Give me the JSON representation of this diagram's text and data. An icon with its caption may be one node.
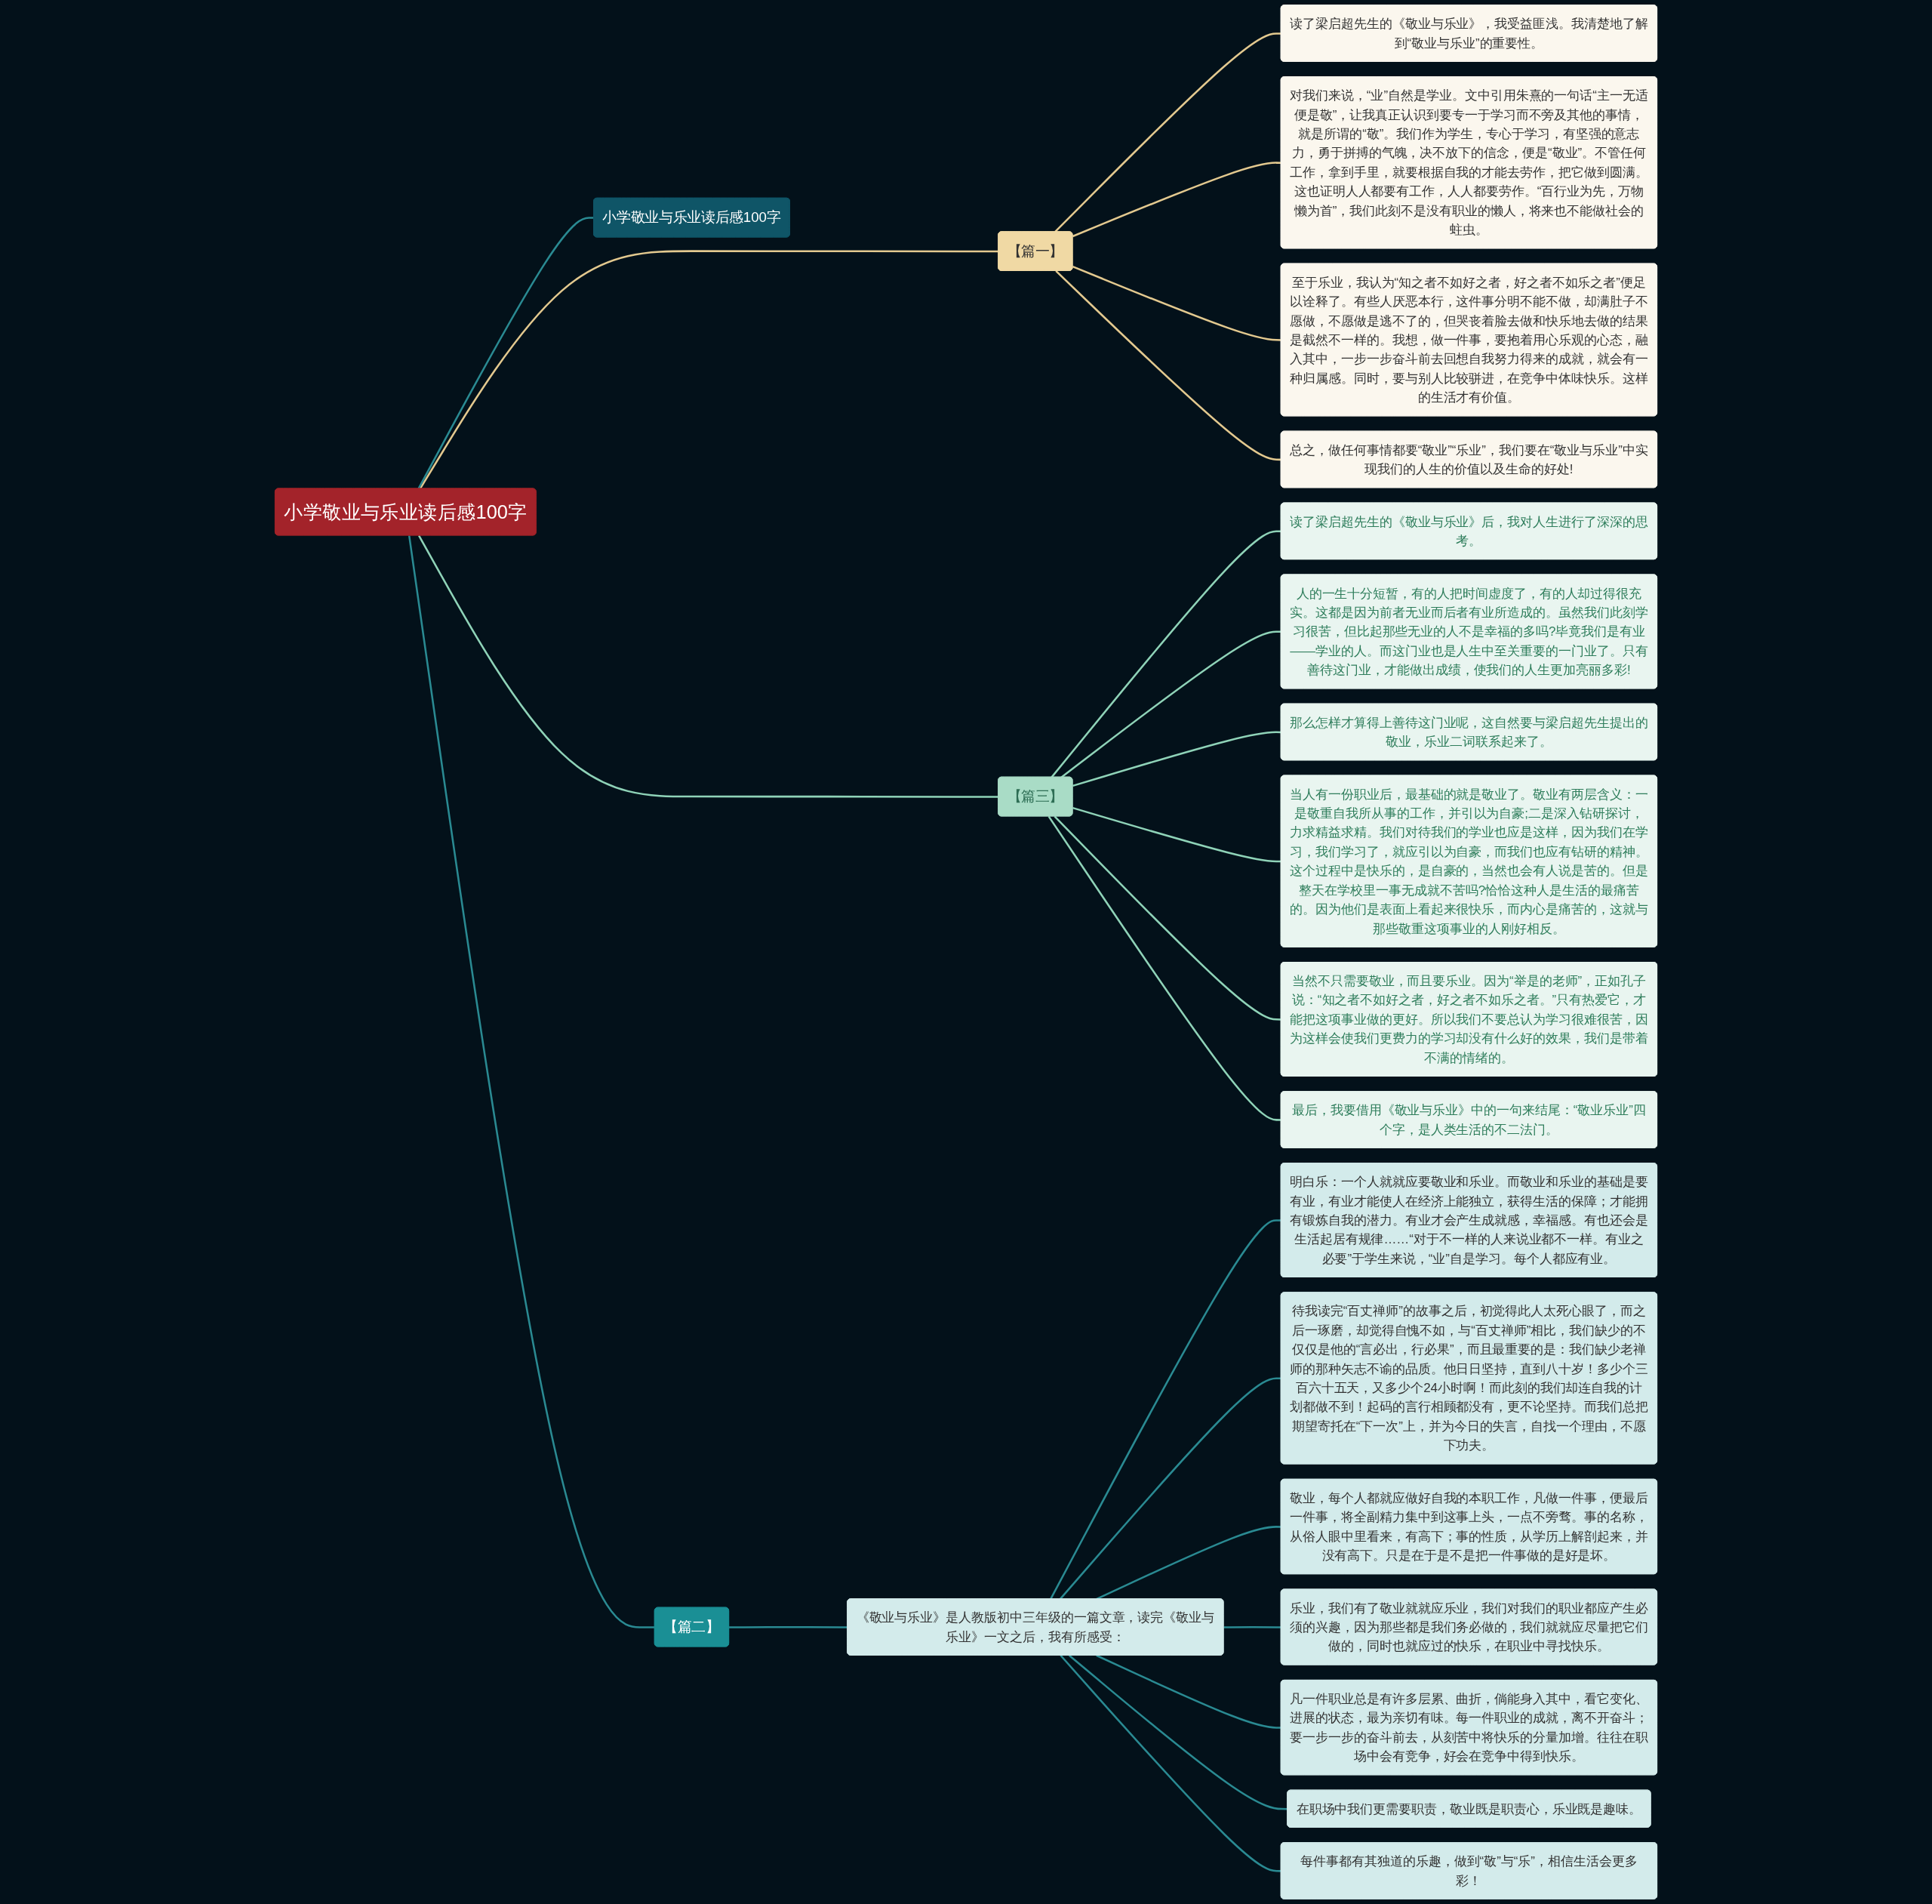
{
  "diagram": {
    "nodes": [
      {
        "text": [
          "小学敬业与乐业读后感100字"
        ]
      },
      {
        "text": [
          "【篇一】"
        ]
      },
      {
        "text": [
          "读了梁启超先生的《敬业与乐业》，我受益匪浅。我清楚地了解到“敬业与乐业”的重要性。"
        ]
      },
      {
        "text": [
          "对我们来说，“业”自然是学业。文中引用朱熹的一句话“主一无适便是敬”，让我真正认识到要专一于学习而不旁及其他的事情，就是所谓的“敬”。我们作为学生，专心于学习，有坚强的意志力，勇于拼搏的气魄，决不放下的信念，便是“敬业”。不管任何工作，拿到手里，就要根据自我的才能去劳作，把它做到圆满。这也证明人人都要有工作，人人都要劳作。“百行业为先，万物懒为首”，我们此刻不是没有职业的懒人，将来也不能做社会的蛀虫。"
        ]
      },
      {
        "text": [
          "至于乐业，我认为“知之者不如好之者，好之者不如乐之者”便足以诠释了。有些人厌恶本行，这件事分明不能不做，却满肚子不愿做，不愿做是逃不了的，但哭丧着脸去做和快乐地去做的结果是截然不一样的。我想，做一件事，要抱着用心乐观的心态，融入其中，一步一步奋斗前去回想自我努力得来的成就，就会有一种归属感。同时，要与别人比较骈进，在竞争中体味快乐。这样的生活才有价值。"
        ]
      },
      {
        "text": [
          "总之，做任何事情都要“敬业”“乐业”，我们要在“敬业与乐业”中实现我们的人生的价值以及生命的好处!"
        ]
      },
      {
        "text": [
          "【篇三】"
        ]
      },
      {
        "text": [
          "读了梁启超先生的《敬业与乐业》后，我对人生进行了深深的思考。"
        ]
      },
      {
        "text": [
          "人的一生十分短暂，有的人把时间虚度了，有的人却过得很充实。这都是因为前者无业而后者有业所造成的。虽然我们此刻学习很苦，但比起那些无业的人不是幸福的多吗?毕竟我们是有业——学业的人。而这门业也是人生中至关重要的一门业了。只有善待这门业，才能做出成绩，使我们的人生更加亮丽多彩!"
        ]
      },
      {
        "text": [
          "那么怎样才算得上善待这门业呢，这自然要与梁启超先生提出的敬业，乐业二词联系起来了。"
        ]
      },
      {
        "text": [
          "当人有一份职业后，最基础的就是敬业了。敬业有两层含义：一是敬重自我所从事的工作，并引以为自豪;二是深入钻研探讨，力求精益求精。我们对待我们的学业也应是这样，因为我们在学习，我们学习了，就应引以为自豪，而我们也应有钻研的精神。这个过程中是快乐的，是自豪的，当然也会有人说是苦的。但是整天在学校里一事无成就不苦吗?恰恰这种人是生活的最痛苦的。因为他们是表面上看起来很快乐，而内心是痛苦的，这就与那些敬重这项事业的人刚好相反。"
        ]
      },
      {
        "text": [
          "当然不只需要敬业，而且要乐业。因为“举是的老师”，正如孔子说：“知之者不如好之者，好之者不如乐之者。”只有热爱它，才能把这项事业做的更好。所以我们不要总认为学习很难很苦，因为这样会使我们更费力的学习却没有什么好的效果，我们是带着不满的情绪的。"
        ]
      },
      {
        "text": [
          "最后，我要借用《敬业与乐业》中的一句来结尾：“敬业乐业”四个字，是人类生活的不二法门。"
        ]
      },
      {
        "text": [
          "小学敬业与乐业读后感100字"
        ]
      },
      {
        "text": [
          "【篇二】"
        ]
      },
      {
        "text": [
          "《敬业与乐业》是人教版初中三年级的一篇文章，读完《敬业与乐业》一文之后，我有所感受："
        ]
      },
      {
        "text": [
          "明白乐：一个人就就应要敬业和乐业。而敬业和乐业的基础是要有业，有业才能使人在经济上能独立，获得生活的保障；才能拥有锻炼自我的潜力。有业才会产生成就感，幸福感。有也还会是生活起居有规律……“对于不一样的人来说业都不一样。有业之必要”于学生来说，“业”自是学习。每个人都应有业。"
        ]
      },
      {
        "text": [
          "待我读完“百丈禅师”的故事之后，初觉得此人太死心眼了，而之后一琢磨，却觉得自愧不如，与“百丈禅师”相比，我们缺少的不仅仅是他的“言必出，行必果”，而且最重要的是：我们缺少老禅师的那种矢志不谕的品质。他日日坚持，直到八十岁！多少个三百六十五天，又多少个24小时啊！而此刻的我们却连自我的计划都做不到！起码的言行相顾都没有，更不论坚持。而我们总把期望寄托在“下一次”上，并为今日的失言，自找一个理由，不愿下功夫。"
        ]
      },
      {
        "text": [
          "敬业，每个人都就应做好自我的本职工作，凡做一件事，便最后一件事，将全副精力集中到这事上头，一点不旁骛。事的名称，从俗人眼中里看来，有高下；事的性质，从学历上解剖起来，并没有高下。只是在于是不是把一件事做的是好是坏。"
        ]
      },
      {
        "text": [
          "乐业，我们有了敬业就就应乐业，我们对我们的职业都应产生必须的兴趣，因为那些都是我们务必做的，我们就就应尽量把它们做的，同时也就应过的快乐，在职业中寻找快乐。"
        ]
      },
      {
        "text": [
          "凡一件职业总是有许多层累、曲折，倘能身入其中，看它变化、进展的状态，最为亲切有味。每一件职业的成就，离不开奋斗；要一步一步的奋斗前去，从刻苦中将快乐的分量加增。往往在职场中会有竞争，好会在竞争中得到快乐。"
        ]
      },
      {
        "text": [
          "在职场中我们更需要职责，敬业既是职责心，乐业既是趣味。"
        ]
      },
      {
        "text": [
          "每件事都有其独道的乐趣，做到“敬”与“乐”，相信生活会更多彩！"
        ]
      }
    ],
    "edges": [
      {
        "from": 0,
        "to": 1,
        "arrow": "none",
        "color": "#e3c98f"
      },
      {
        "from": 1,
        "to": 2,
        "arrow": "none",
        "color": "#e3c98f"
      },
      {
        "from": 1,
        "to": 3,
        "arrow": "none",
        "color": "#e3c98f"
      },
      {
        "from": 1,
        "to": 4,
        "arrow": "none",
        "color": "#e3c98f"
      },
      {
        "from": 1,
        "to": 5,
        "arrow": "none",
        "color": "#e3c98f"
      },
      {
        "from": 0,
        "to": 6,
        "arrow": "none",
        "color": "#8fd3b8"
      },
      {
        "from": 6,
        "to": 7,
        "arrow": "none",
        "color": "#8fd3b8"
      },
      {
        "from": 6,
        "to": 8,
        "arrow": "none",
        "color": "#8fd3b8"
      },
      {
        "from": 6,
        "to": 9,
        "arrow": "none",
        "color": "#8fd3b8"
      },
      {
        "from": 6,
        "to": 10,
        "arrow": "none",
        "color": "#8fd3b8"
      },
      {
        "from": 6,
        "to": 11,
        "arrow": "none",
        "color": "#8fd3b8"
      },
      {
        "from": 6,
        "to": 12,
        "arrow": "none",
        "color": "#8fd3b8"
      },
      {
        "from": 0,
        "to": 13,
        "arrow": "none"
      },
      {
        "from": 0,
        "to": 14,
        "arrow": "none"
      },
      {
        "from": 14,
        "to": 15,
        "arrow": "none"
      },
      {
        "from": 15,
        "to": 16,
        "arrow": "none"
      },
      {
        "from": 15,
        "to": 17,
        "arrow": "none"
      },
      {
        "from": 15,
        "to": 18,
        "arrow": "none"
      },
      {
        "from": 15,
        "to": 19,
        "arrow": "none"
      },
      {
        "from": 15,
        "to": 20,
        "arrow": "none"
      },
      {
        "from": 15,
        "to": 21,
        "arrow": "none"
      },
      {
        "from": 15,
        "to": 22,
        "arrow": "none"
      }
    ]
  }
}
